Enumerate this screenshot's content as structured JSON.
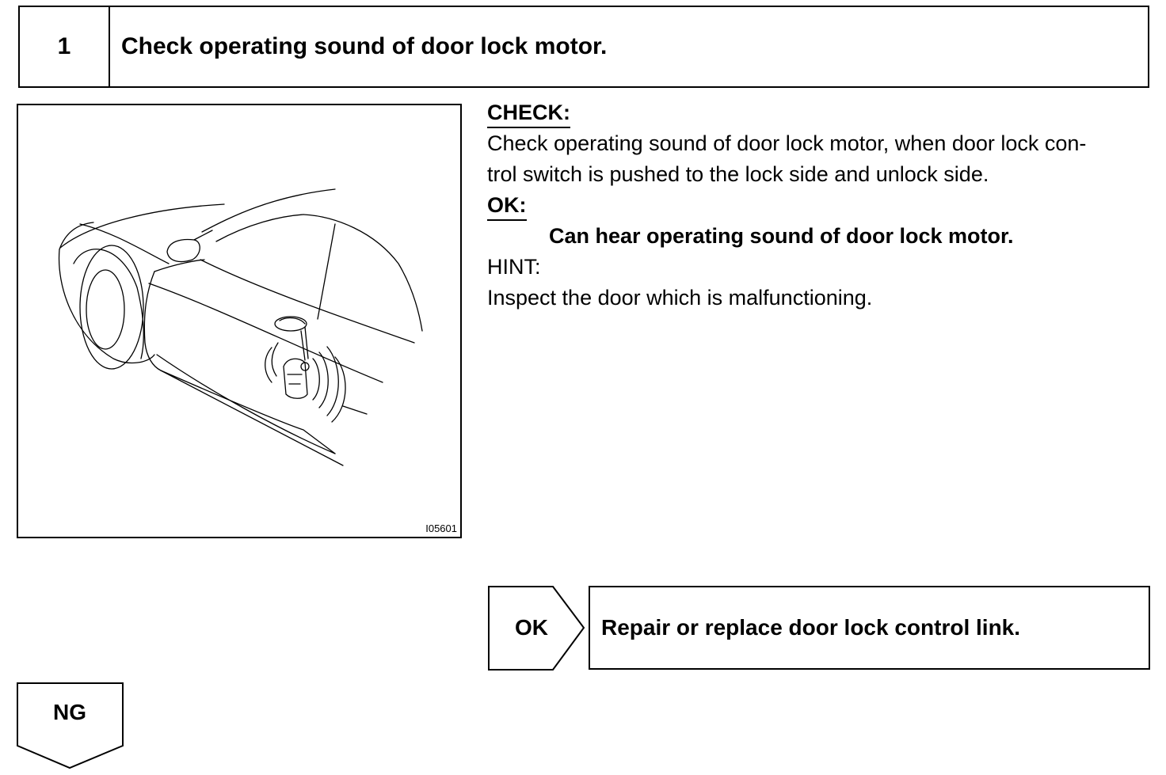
{
  "step": {
    "number": "1",
    "title": "Check operating sound of door lock motor."
  },
  "figure": {
    "code": "I05601",
    "icon": "car-door-lock-motor-illustration"
  },
  "check": {
    "label": "CHECK:",
    "line1": "Check operating sound of door lock motor, when door lock con-",
    "line2": "trol switch is pushed to the lock side and unlock side."
  },
  "ok": {
    "label": "OK:",
    "spec": "Can hear operating sound of door lock motor."
  },
  "hint": {
    "label": "HINT:",
    "text": "Inspect the door which is malfunctioning."
  },
  "result_ok": {
    "tag": "OK",
    "action": "Repair or replace door lock control link."
  },
  "result_ng": {
    "tag": "NG"
  }
}
